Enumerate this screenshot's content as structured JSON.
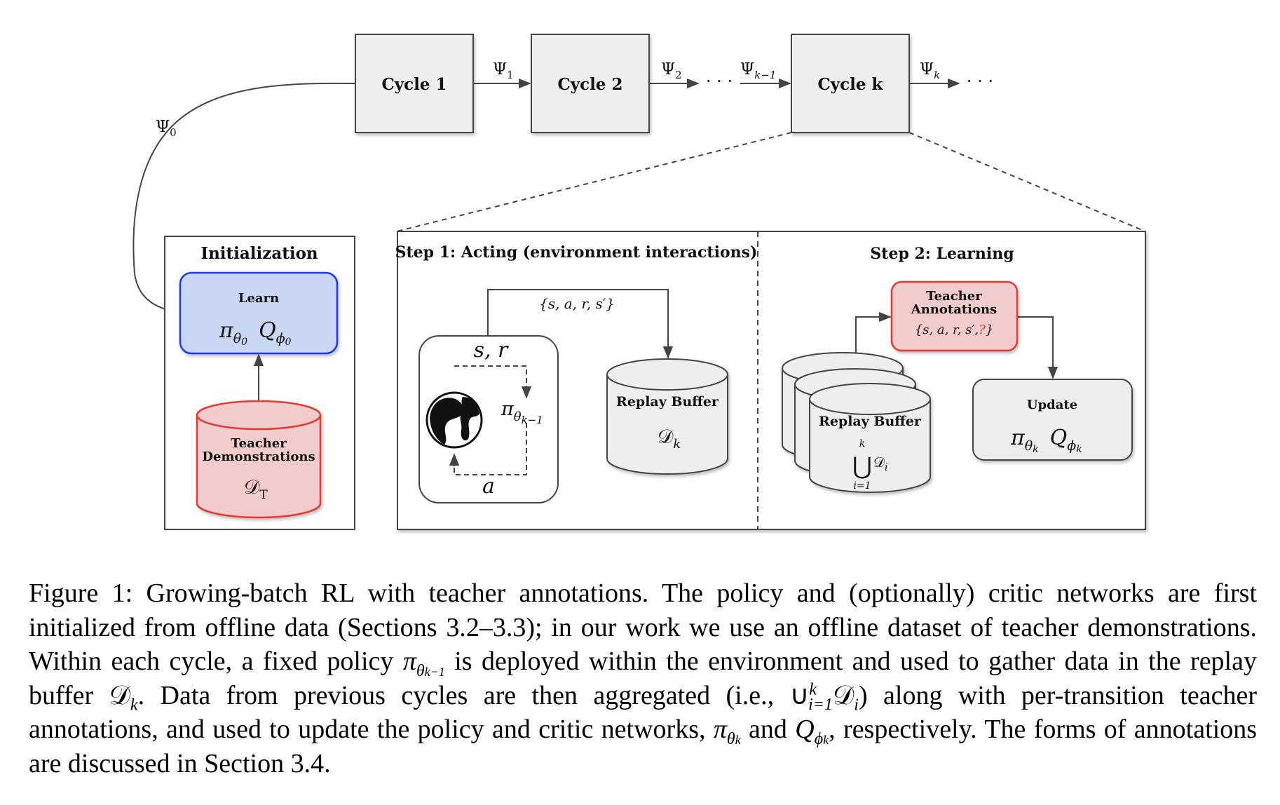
{
  "diagram": {
    "cycles": [
      {
        "label": "Cycle 1"
      },
      {
        "label": "Cycle 2"
      },
      {
        "label": "Cycle k"
      }
    ],
    "psi": {
      "p0": "Ψ",
      "p0_sub": "0",
      "p1": "Ψ",
      "p1_sub": "1",
      "p2": "Ψ",
      "p2_sub": "2",
      "pk1": "Ψ",
      "pk1_sub": "k−1",
      "pk": "Ψ",
      "pk_sub": "k"
    },
    "ellipsis": "· · ·",
    "initialization": {
      "title": "Initialization",
      "learn_label": "Learn",
      "learn_pi": "π",
      "learn_pi_sub": "θ",
      "learn_pi_sub2": "0",
      "learn_q": "Q",
      "learn_q_sub": "ϕ",
      "learn_q_sub2": "0",
      "teacher_line1": "Teacher",
      "teacher_line2": "Demonstrations",
      "teacher_d": "𝒟",
      "teacher_d_sub": "T"
    },
    "step1": {
      "title": "Step 1: Acting (environment interactions)",
      "transition": "{s, a, r, s′}",
      "obs": "s, r",
      "action": "a",
      "policy": "π",
      "policy_sub": "θ",
      "policy_sub2": "k−1",
      "buffer_label": "Replay Buffer",
      "buffer_d": "𝒟",
      "buffer_d_sub": "k"
    },
    "step2": {
      "title": "Step 2: Learning",
      "annot_line1": "Teacher",
      "annot_line2": "Annotations",
      "annot_set": "{s, a, r, s′,",
      "annot_q": "?",
      "annot_close": "}",
      "buffer_label": "Replay Buffer",
      "union_top": "k",
      "union_sym": "⋃",
      "union_bottom": "i=1",
      "union_d": "𝒟",
      "union_d_sub": "i",
      "update_label": "Update",
      "update_pi": "π",
      "update_pi_sub": "θ",
      "update_pi_sub2": "k",
      "update_q": "Q",
      "update_q_sub": "ϕ",
      "update_q_sub2": "k"
    },
    "colors": {
      "box_fill": "#eeeeee",
      "learn_fill": "#c9d7f5",
      "learn_stroke": "#1f3be6",
      "teacher_fill": "#f2cbcc",
      "teacher_stroke": "#e23a33",
      "question_color": "#e23a33"
    }
  },
  "caption": {
    "p1": "Figure 1: Growing-batch RL with teacher annotations. The policy and (optionally) critic networks are first initialized from offline data (Sections  3.2–3.3); in our work we use an offline dataset of teacher demonstrations. Within each cycle, a fixed policy ",
    "m1": "π",
    "m1_sub": "θ",
    "m1_sub2": "k−1",
    "p2": " is deployed within the environment and used to gather data in the replay buffer ",
    "m2": "𝒟",
    "m2_sub": "k",
    "p3": ".  Data from previous cycles are then aggregated (i.e., ",
    "m3": "∪",
    "m3_sup": "k",
    "m3_sub": "i=1",
    "m3_d": "𝒟",
    "m3_d_sub": "i",
    "p4": ") along with per-transition teacher annotations, and used to update the policy and critic networks, ",
    "m4": "π",
    "m4_sub": "θ",
    "m4_sub2": "k",
    "p5": " and ",
    "m5": "Q",
    "m5_sub": "ϕ",
    "m5_sub2": "k",
    "p6": ", respectively. The forms of annotations are discussed in Section 3.4."
  }
}
